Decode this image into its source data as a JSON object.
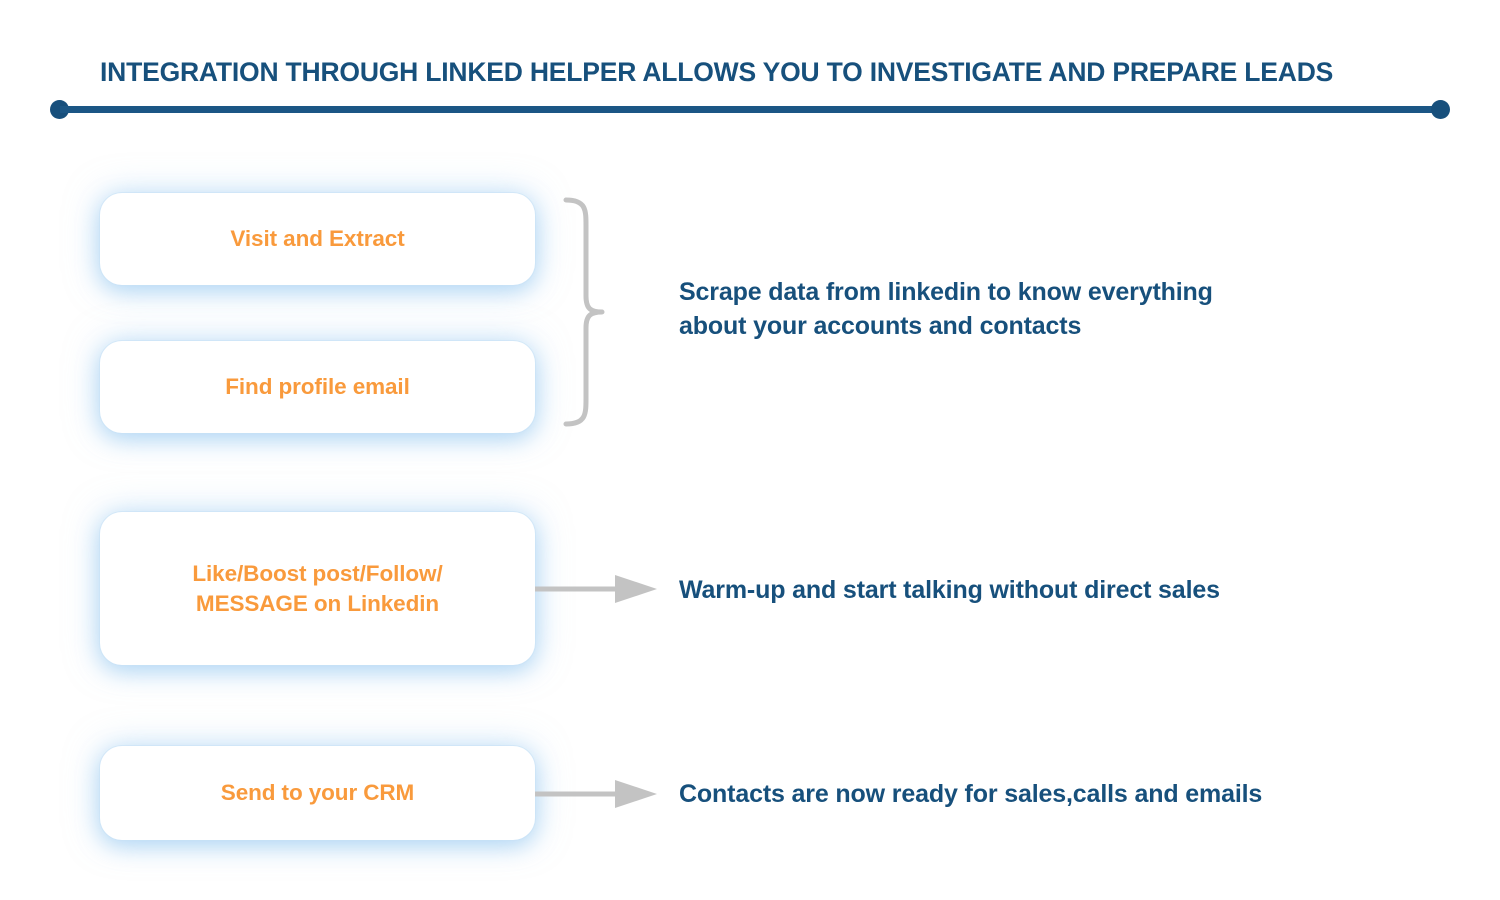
{
  "header": {
    "title": "INTEGRATION THROUGH LINKED HELPER ALLOWS YOU TO INVESTIGATE AND PREPARE LEADS",
    "rule_color": "#1b5685",
    "dot_color": "#174f7c"
  },
  "colors": {
    "navy": "#17507c",
    "orange": "#f99a3c",
    "connector_gray": "#bfbfbf",
    "card_glow": "#a5d2f5",
    "background": "#ffffff"
  },
  "steps": [
    {
      "id": "visit-extract",
      "label": "Visit and Extract",
      "connector": "brace",
      "description": ""
    },
    {
      "id": "find-email",
      "label": "Find profile email",
      "connector": "brace",
      "description": "Scrape data from linkedin to know everything\nabout your accounts and contacts"
    },
    {
      "id": "engage",
      "label": "Like/Boost post/Follow/\nMESSAGE on Linkedin",
      "connector": "arrow",
      "description": "Warm-up and start talking without direct sales"
    },
    {
      "id": "send-crm",
      "label": "Send to your CRM",
      "connector": "arrow",
      "description": "Contacts are now ready for sales,calls and emails"
    }
  ],
  "descriptions": {
    "scrape": "Scrape data from linkedin to know everything\nabout your accounts and contacts",
    "warmup": "Warm-up and start talking without direct sales",
    "ready": "Contacts are now ready for sales,calls and emails"
  },
  "icons": {
    "brace": "curly-brace-icon",
    "arrow": "arrow-right-icon",
    "bullet": "dot-icon"
  }
}
